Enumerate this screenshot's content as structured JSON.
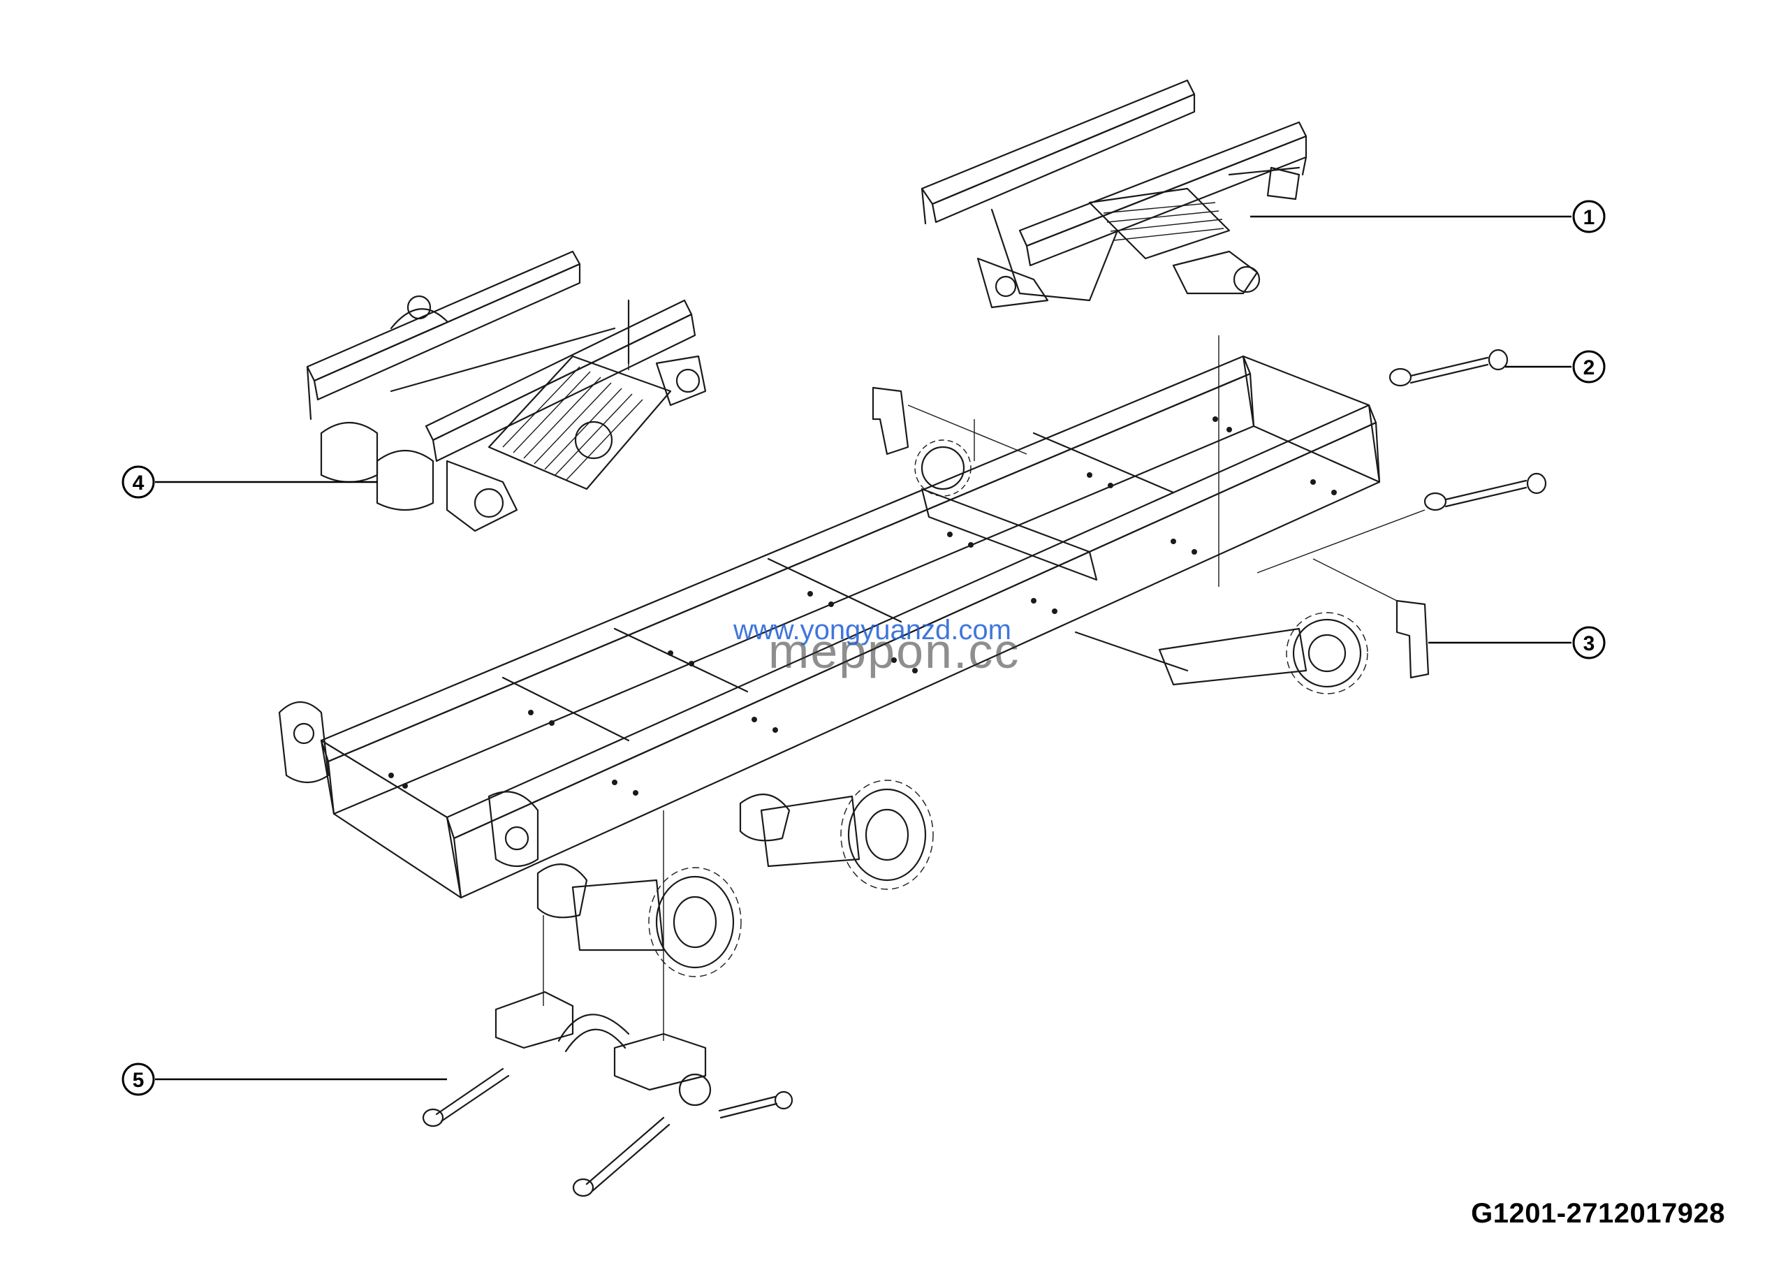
{
  "callouts": [
    {
      "label": "1"
    },
    {
      "label": "2"
    },
    {
      "label": "3"
    },
    {
      "label": "4"
    },
    {
      "label": "5"
    }
  ],
  "figure_code": "G1201-2712017928",
  "watermark": {
    "url": "www.yongyuanzd.com",
    "brand": "meppon.cc"
  }
}
